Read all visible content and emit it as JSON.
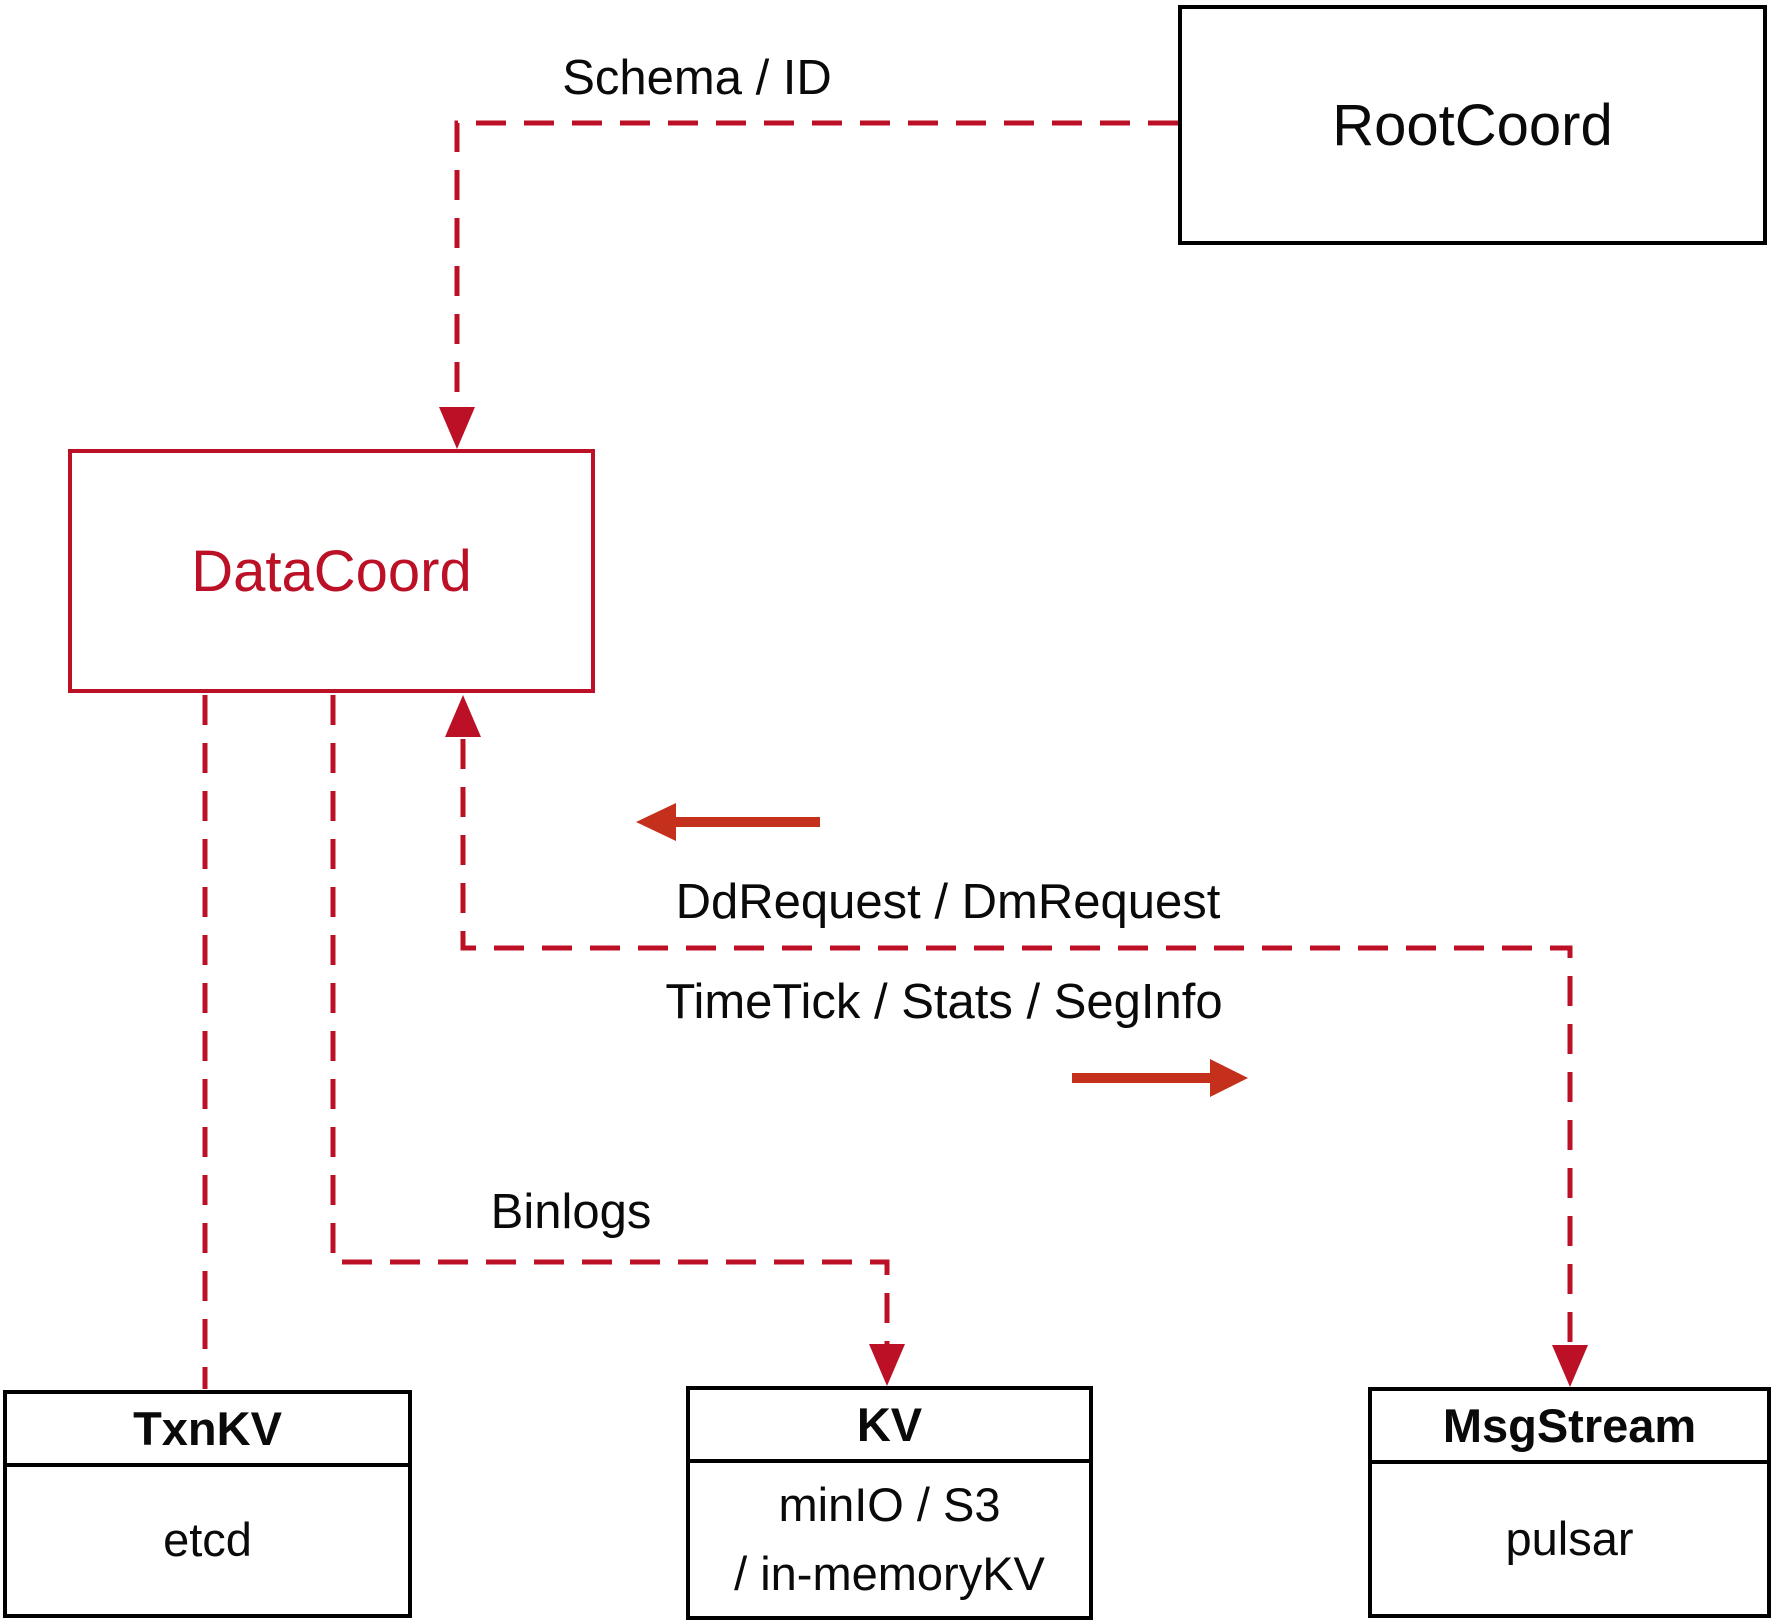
{
  "diagram": {
    "nodes": {
      "rootcoord": {
        "label": "RootCoord"
      },
      "datacoord": {
        "label": "DataCoord"
      },
      "txnkv": {
        "title": "TxnKV",
        "subtitle": "etcd"
      },
      "kv": {
        "title": "KV",
        "subtitle_line1": "minIO / S3",
        "subtitle_line2": "/ in-memoryKV"
      },
      "msgstream": {
        "title": "MsgStream",
        "subtitle": "pulsar"
      }
    },
    "edge_labels": {
      "schema_id": "Schema / ID",
      "dd_request": "DdRequest / DmRequest",
      "time_tick": "TimeTick / Stats / SegInfo",
      "binlogs": "Binlogs"
    },
    "colors": {
      "line-crimson": "#BB1026",
      "arrow-red": "#C5301C",
      "node-border": "#000000",
      "text-black": "#0A0A0A",
      "background": "#FFFFFF"
    }
  }
}
